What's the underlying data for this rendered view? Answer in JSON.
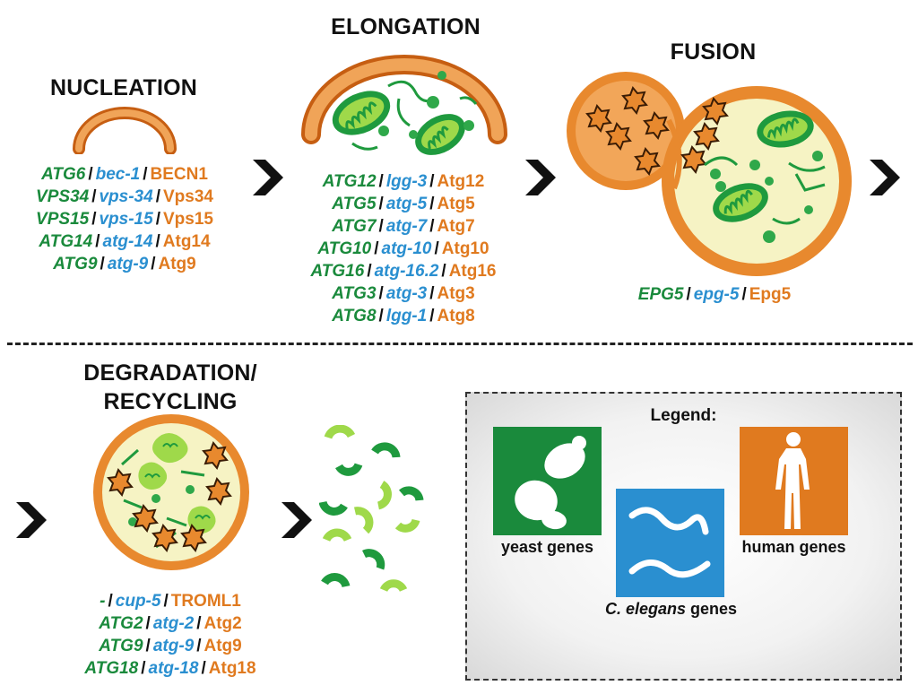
{
  "headings": {
    "nucleation": "NUCLEATION",
    "elongation": "ELONGATION",
    "fusion": "FUSION",
    "degradation_line1": "DEGRADATION/",
    "degradation_line2": "RECYCLING"
  },
  "separator": "/",
  "stages": {
    "nucleation": [
      {
        "yeast": "ATG6",
        "worm": "bec-1",
        "human": "BECN1"
      },
      {
        "yeast": "VPS34",
        "worm": "vps-34",
        "human": "Vps34"
      },
      {
        "yeast": "VPS15",
        "worm": "vps-15",
        "human": "Vps15"
      },
      {
        "yeast": "ATG14",
        "worm": "atg-14",
        "human": "Atg14"
      },
      {
        "yeast": "ATG9",
        "worm": "atg-9",
        "human": "Atg9"
      }
    ],
    "elongation": [
      {
        "yeast": "ATG12",
        "worm": "lgg-3",
        "human": "Atg12"
      },
      {
        "yeast": "ATG5",
        "worm": "atg-5",
        "human": "Atg5"
      },
      {
        "yeast": "ATG7",
        "worm": "atg-7",
        "human": "Atg7"
      },
      {
        "yeast": "ATG10",
        "worm": "atg-10",
        "human": "Atg10"
      },
      {
        "yeast": "ATG16",
        "worm": "atg-16.2",
        "human": "Atg16"
      },
      {
        "yeast": "ATG3",
        "worm": "atg-3",
        "human": "Atg3"
      },
      {
        "yeast": "ATG8",
        "worm": "lgg-1",
        "human": "Atg8"
      }
    ],
    "fusion": [
      {
        "yeast": "EPG5",
        "worm": "epg-5",
        "human": "Epg5"
      }
    ],
    "degradation": [
      {
        "yeast": "-",
        "worm": "cup-5",
        "human": "TROML1"
      },
      {
        "yeast": "ATG2",
        "worm": "atg-2",
        "human": "Atg2"
      },
      {
        "yeast": "ATG9",
        "worm": "atg-9",
        "human": "Atg9"
      },
      {
        "yeast": "ATG18",
        "worm": "atg-18",
        "human": "Atg18"
      }
    ]
  },
  "legend": {
    "title": "Legend:",
    "yeast_label": "yeast genes",
    "worm_label_species": "C. elegans",
    "worm_label_suffix": " genes",
    "human_label": "human genes"
  },
  "colors": {
    "yeast": "#1a8a3c",
    "worm": "#2a8fd0",
    "human": "#e07a1f",
    "membrane": "#e8892e",
    "lumen": "#f6f3c4",
    "mito_green": "#1f9a3e",
    "mito_light": "#9fd94a"
  }
}
